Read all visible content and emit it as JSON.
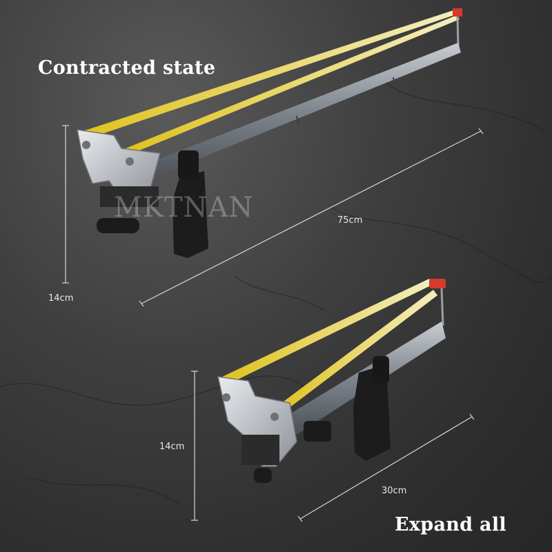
{
  "labels": {
    "top_state": "Contracted state",
    "bottom_state": "Expand all",
    "top_height": "14cm",
    "top_length": "75cm",
    "bottom_height": "14cm",
    "bottom_length": "30cm",
    "watermark": "MKTNAN"
  },
  "colors": {
    "band": "#d8c21a",
    "rod": "#8a8f96",
    "frame": "#c9ccd0",
    "grip": "#1c1c1c",
    "tip": "#d63a2a"
  }
}
